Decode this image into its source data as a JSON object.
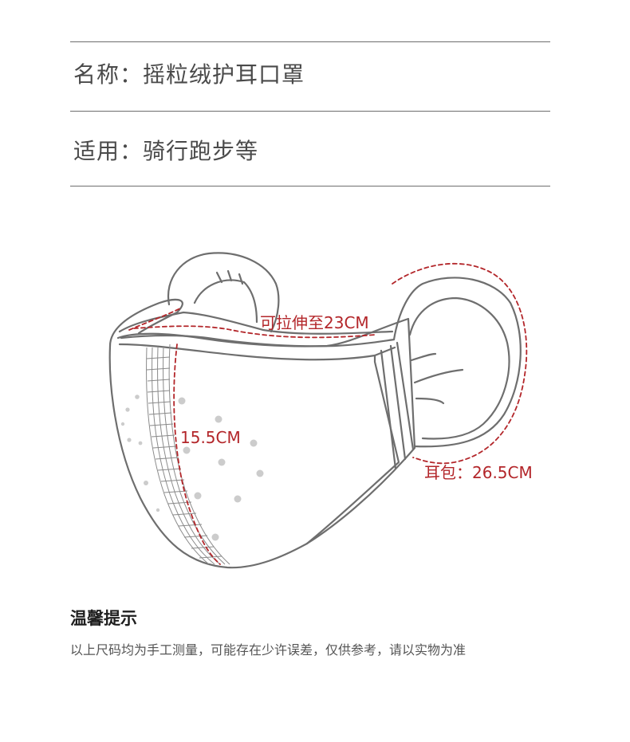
{
  "specs": {
    "name_label": "名称：",
    "name_value": "摇粒绒护耳口罩",
    "usage_label": "适用：",
    "usage_value": "骑行跑步等"
  },
  "dimensions": {
    "stretch": "可拉伸至23CM",
    "height": "15.5CM",
    "ear_cover": "耳包：26.5CM"
  },
  "tips": {
    "title": "温馨提示",
    "body": "以上尺码均为手工测量，可能存在少许误差，仅供参考，请以实物为准"
  },
  "colors": {
    "rule": "#6e6e6e",
    "outline": "#6e6e6e",
    "dimension": "#b3262a",
    "dots": "#cccccc"
  }
}
